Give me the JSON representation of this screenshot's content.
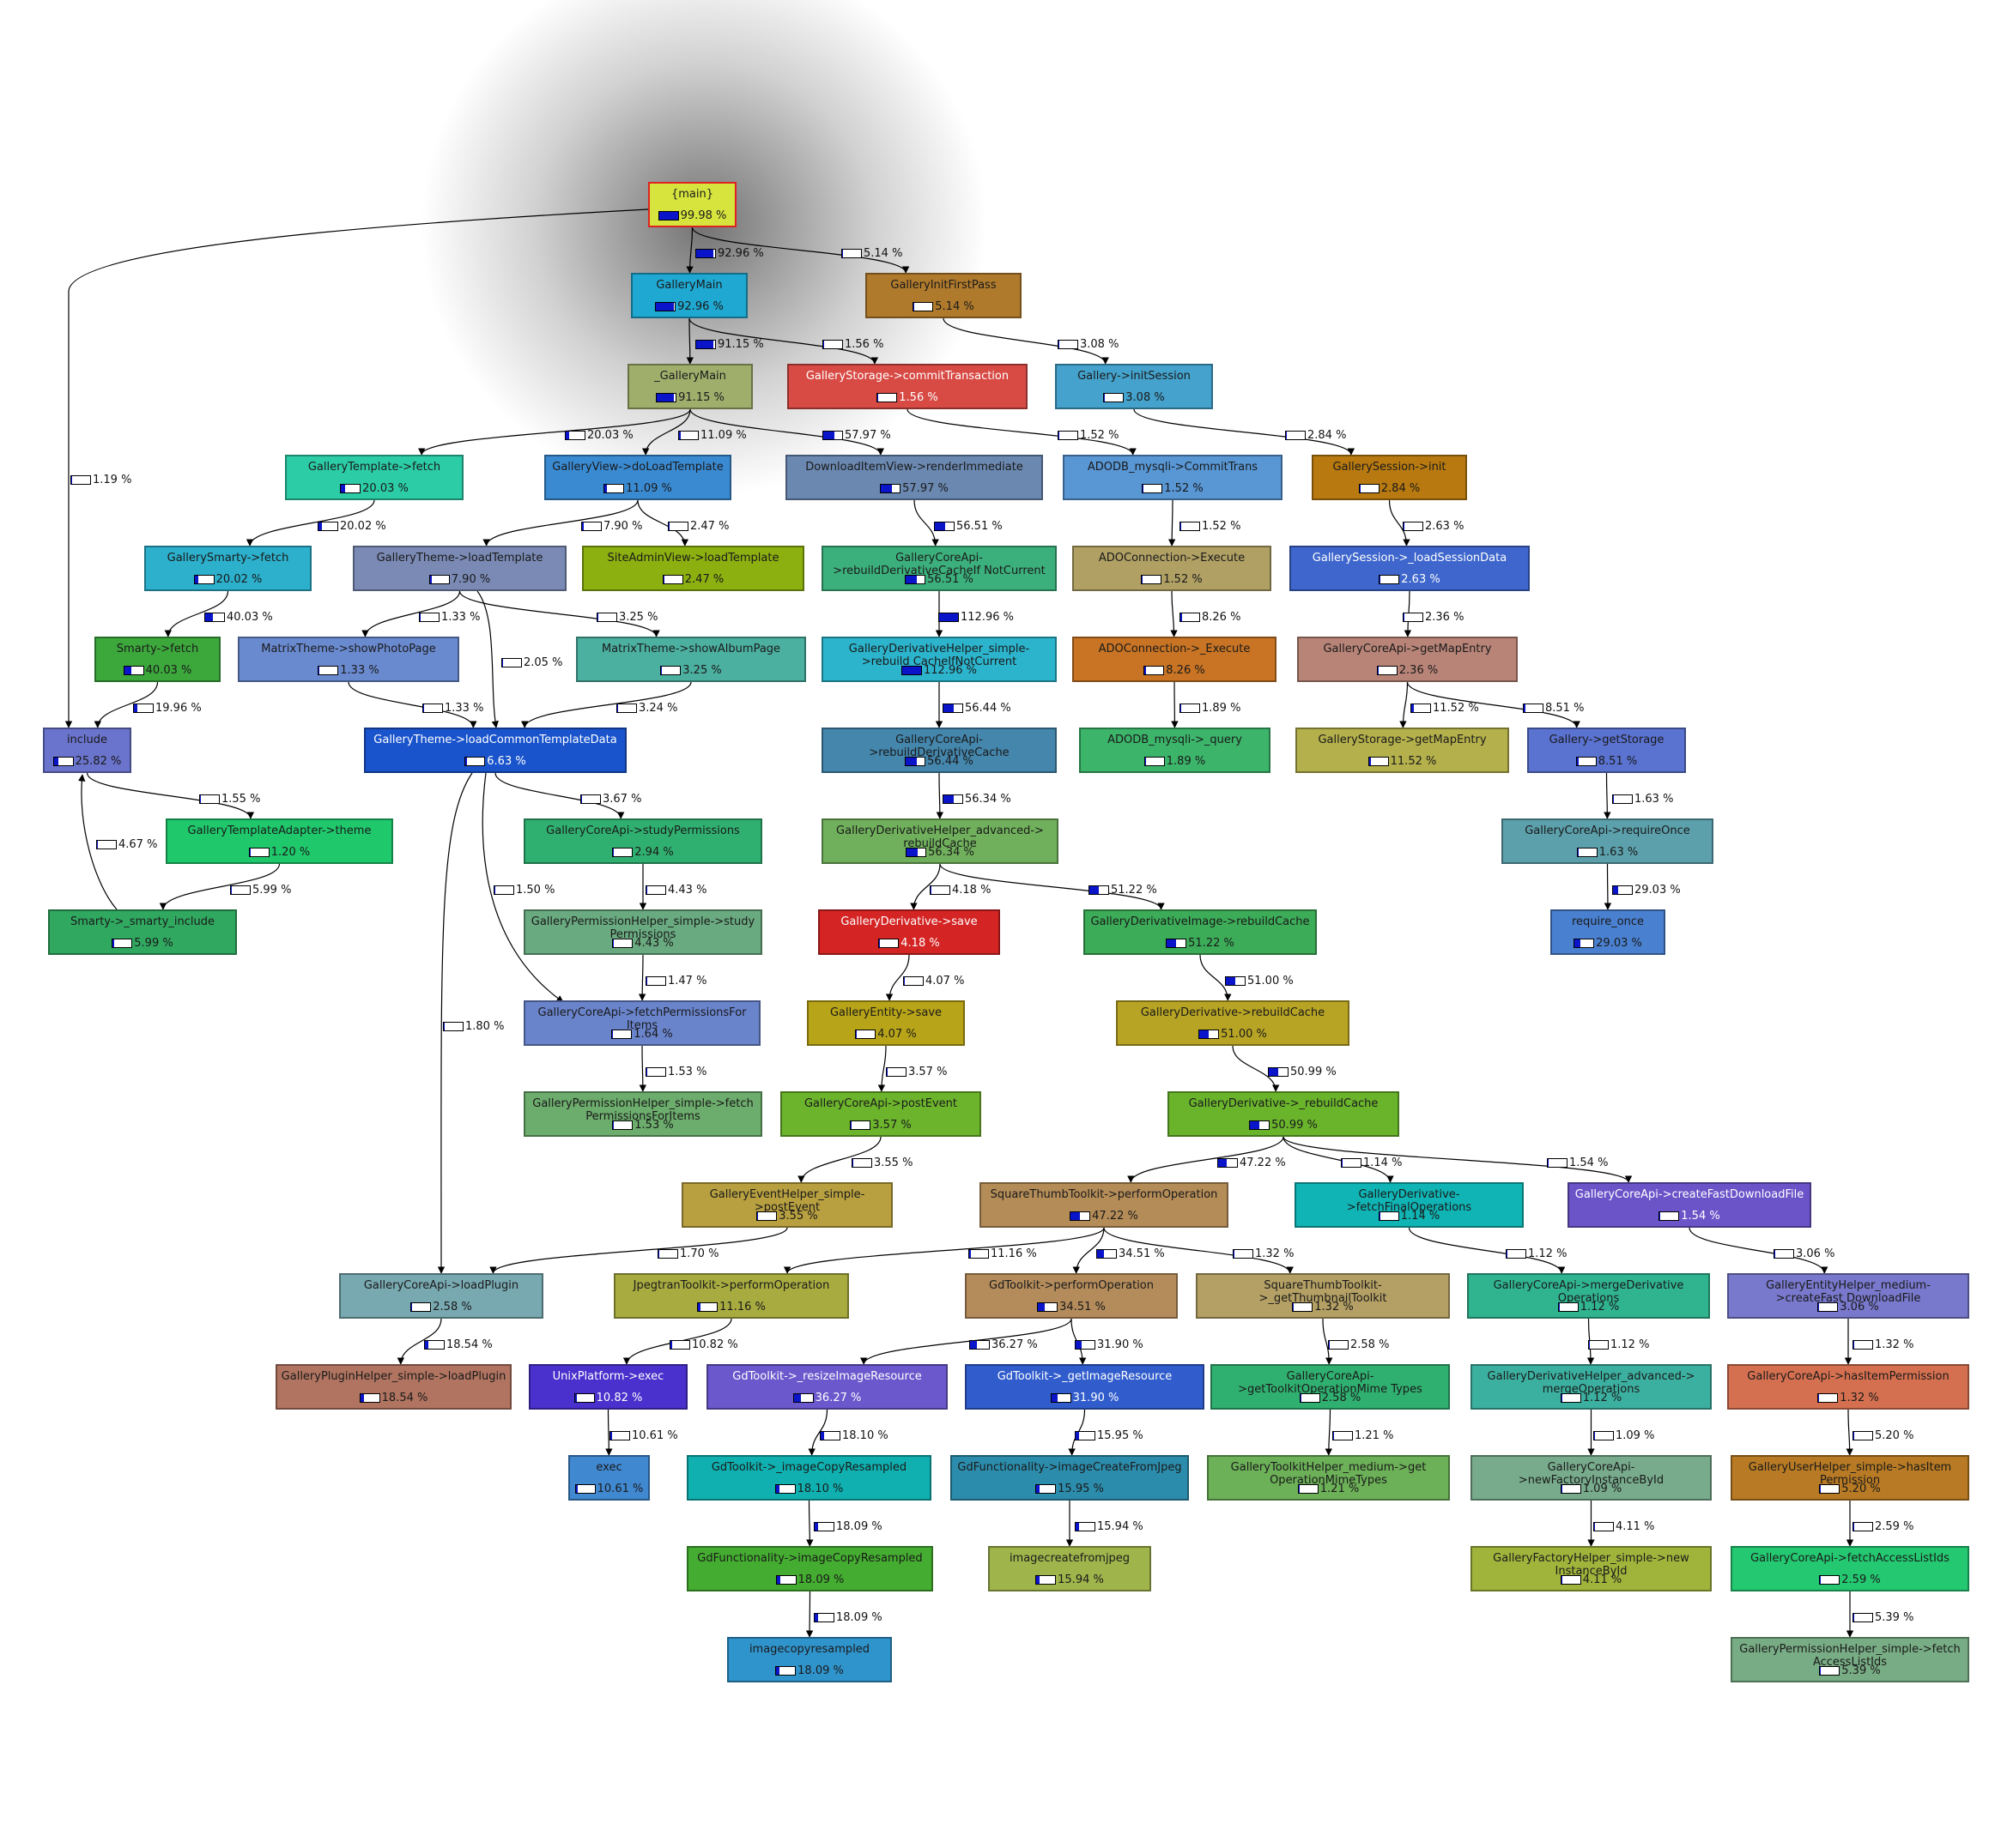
{
  "nodes": [
    {
      "id": "main",
      "name": "{main}",
      "pct": "99.98 %",
      "frac": 0.9998,
      "color": "#d7e43e",
      "root": true
    },
    {
      "id": "gmain",
      "name": "GalleryMain",
      "pct": "92.96 %",
      "frac": 0.9296,
      "color": "#1fa8d2"
    },
    {
      "id": "ginit",
      "name": "GalleryInitFirstPass",
      "pct": "5.14 %",
      "frac": 0.0514,
      "color": "#b07a2c"
    },
    {
      "id": "_gmain",
      "name": "_GalleryMain",
      "pct": "91.15 %",
      "frac": 0.9115,
      "color": "#a0ae6c"
    },
    {
      "id": "gscommit",
      "name": "GalleryStorage->commitTransaction",
      "pct": "1.56 %",
      "frac": 0.0156,
      "color": "#d84a44",
      "dark": true
    },
    {
      "id": "ginitsess",
      "name": "Gallery->initSession",
      "pct": "3.08 %",
      "frac": 0.0308,
      "color": "#44a2cc"
    },
    {
      "id": "gtfetch",
      "name": "GalleryTemplate->fetch",
      "pct": "20.03 %",
      "frac": 0.2003,
      "color": "#2ccca6"
    },
    {
      "id": "gvload",
      "name": "GalleryView->doLoadTemplate",
      "pct": "11.09 %",
      "frac": 0.1109,
      "color": "#3a8ad2"
    },
    {
      "id": "diview",
      "name": "DownloadItemView->renderImmediate",
      "pct": "57.97 %",
      "frac": 0.5797,
      "color": "#6a88b0"
    },
    {
      "id": "adocommit",
      "name": "ADODB_mysqli->CommitTrans",
      "pct": "1.52 %",
      "frac": 0.0152,
      "color": "#5896d4"
    },
    {
      "id": "gsinit",
      "name": "GallerySession->init",
      "pct": "2.84 %",
      "frac": 0.0284,
      "color": "#b87a10"
    },
    {
      "id": "gsmfetch",
      "name": "GallerySmarty->fetch",
      "pct": "20.02 %",
      "frac": 0.2002,
      "color": "#2cb0cc"
    },
    {
      "id": "gthload",
      "name": "GalleryTheme->loadTemplate",
      "pct": "7.90 %",
      "frac": 0.079,
      "color": "#7a8ab4"
    },
    {
      "id": "saload",
      "name": "SiteAdminView->loadTemplate",
      "pct": "2.47 %",
      "frac": 0.0247,
      "color": "#8cb010"
    },
    {
      "id": "gcrebuildif",
      "name": "GalleryCoreApi->rebuildDerivativeCacheIf NotCurrent",
      "pct": "56.51 %",
      "frac": 0.5651,
      "color": "#3cb07c"
    },
    {
      "id": "adoexec",
      "name": "ADOConnection->Execute",
      "pct": "1.52 %",
      "frac": 0.0152,
      "color": "#b0a064"
    },
    {
      "id": "gsload",
      "name": "GallerySession->_loadSessionData",
      "pct": "2.63 %",
      "frac": 0.0263,
      "color": "#3e66cc",
      "dark": true
    },
    {
      "id": "smfetch",
      "name": "Smarty->fetch",
      "pct": "40.03 %",
      "frac": 0.4003,
      "color": "#3ca83c"
    },
    {
      "id": "mtphoto",
      "name": "MatrixTheme->showPhotoPage",
      "pct": "1.33 %",
      "frac": 0.0133,
      "color": "#6a8ad0"
    },
    {
      "id": "mtalbum",
      "name": "MatrixTheme->showAlbumPage",
      "pct": "3.25 %",
      "frac": 0.0325,
      "color": "#4cb0a0"
    },
    {
      "id": "gdhrebuild",
      "name": "GalleryDerivativeHelper_simple->rebuild CacheIfNotCurrent",
      "pct": "112.96 %",
      "frac": 1.0,
      "color": "#2cb4cc"
    },
    {
      "id": "ado_exec",
      "name": "ADOConnection->_Execute",
      "pct": "8.26 %",
      "frac": 0.0826,
      "color": "#c87424"
    },
    {
      "id": "gcmapentry",
      "name": "GalleryCoreApi->getMapEntry",
      "pct": "2.36 %",
      "frac": 0.0236,
      "color": "#b88478"
    },
    {
      "id": "include",
      "name": "include",
      "pct": "25.82 %",
      "frac": 0.2582,
      "color": "#6a74cc"
    },
    {
      "id": "gtcommon",
      "name": "GalleryTheme->loadCommonTemplateData",
      "pct": "6.63 %",
      "frac": 0.0663,
      "color": "#1a54cc",
      "dark": true
    },
    {
      "id": "gcrebuild",
      "name": "GalleryCoreApi->rebuildDerivativeCache",
      "pct": "56.44 %",
      "frac": 0.5644,
      "color": "#4486ac"
    },
    {
      "id": "adoquery",
      "name": "ADODB_mysqli->_query",
      "pct": "1.89 %",
      "frac": 0.0189,
      "color": "#3cb46a"
    },
    {
      "id": "gsgetmap",
      "name": "GalleryStorage->getMapEntry",
      "pct": "11.52 %",
      "frac": 0.1152,
      "color": "#b4b04c"
    },
    {
      "id": "ggetstorage",
      "name": "Gallery->getStorage",
      "pct": "8.51 %",
      "frac": 0.0851,
      "color": "#5a72d0"
    },
    {
      "id": "gtatheme",
      "name": "GalleryTemplateAdapter->theme",
      "pct": "1.20 %",
      "frac": 0.012,
      "color": "#20c86c"
    },
    {
      "id": "gcstudy",
      "name": "GalleryCoreApi->studyPermissions",
      "pct": "2.94 %",
      "frac": 0.0294,
      "color": "#30b070"
    },
    {
      "id": "gdhadv",
      "name": "GalleryDerivativeHelper_advanced-> rebuildCache",
      "pct": "56.34 %",
      "frac": 0.5634,
      "color": "#70b05c"
    },
    {
      "id": "gcreqonce",
      "name": "GalleryCoreApi->requireOnce",
      "pct": "1.63 %",
      "frac": 0.0163,
      "color": "#5ca0ac"
    },
    {
      "id": "sminclude",
      "name": "Smarty->_smarty_include",
      "pct": "5.99 %",
      "frac": 0.0599,
      "color": "#30a860"
    },
    {
      "id": "gphstudy",
      "name": "GalleryPermissionHelper_simple->study Permissions",
      "pct": "4.43 %",
      "frac": 0.0443,
      "color": "#6aaa80"
    },
    {
      "id": "gdsave",
      "name": "GalleryDerivative->save",
      "pct": "4.18 %",
      "frac": 0.0418,
      "color": "#d42424",
      "dark": true
    },
    {
      "id": "gdirebuild",
      "name": "GalleryDerivativeImage->rebuildCache",
      "pct": "51.22 %",
      "frac": 0.5122,
      "color": "#3cac58"
    },
    {
      "id": "reqonce",
      "name": "require_once",
      "pct": "29.03 %",
      "frac": 0.2903,
      "color": "#4a80d0"
    },
    {
      "id": "gcfetchperm",
      "name": "GalleryCoreApi->fetchPermissionsFor Items",
      "pct": "1.64 %",
      "frac": 0.0164,
      "color": "#6a84cc"
    },
    {
      "id": "gesave",
      "name": "GalleryEntity->save",
      "pct": "4.07 %",
      "frac": 0.0407,
      "color": "#b8a418"
    },
    {
      "id": "gdrebuild",
      "name": "GalleryDerivative->rebuildCache",
      "pct": "51.00 %",
      "frac": 0.51,
      "color": "#b8a424"
    },
    {
      "id": "gphfetch",
      "name": "GalleryPermissionHelper_simple->fetch PermissionsForItems",
      "pct": "1.53 %",
      "frac": 0.0153,
      "color": "#6cac6c"
    },
    {
      "id": "gcpostevent",
      "name": "GalleryCoreApi->postEvent",
      "pct": "3.57 %",
      "frac": 0.0357,
      "color": "#6cb42c"
    },
    {
      "id": "gd_rebuild",
      "name": "GalleryDerivative->_rebuildCache",
      "pct": "50.99 %",
      "frac": 0.5099,
      "color": "#6ab42c"
    },
    {
      "id": "gehpost",
      "name": "GalleryEventHelper_simple->postEvent",
      "pct": "3.55 %",
      "frac": 0.0355,
      "color": "#b8a040"
    },
    {
      "id": "sqperform",
      "name": "SquareThumbToolkit->performOperation",
      "pct": "47.22 %",
      "frac": 0.4722,
      "color": "#b48c58"
    },
    {
      "id": "gdfinal",
      "name": "GalleryDerivative->fetchFinalOperations",
      "pct": "1.14 %",
      "frac": 0.0114,
      "color": "#10b4b4"
    },
    {
      "id": "gcfastdl",
      "name": "GalleryCoreApi->createFastDownloadFile",
      "pct": "1.54 %",
      "frac": 0.0154,
      "color": "#6a54c8",
      "dark": true
    },
    {
      "id": "gcloadplugin",
      "name": "GalleryCoreApi->loadPlugin",
      "pct": "2.58 %",
      "frac": 0.0258,
      "color": "#78a8b0"
    },
    {
      "id": "jpperform",
      "name": "JpegtranToolkit->performOperation",
      "pct": "11.16 %",
      "frac": 0.1116,
      "color": "#a8ac40"
    },
    {
      "id": "gdtperform",
      "name": "GdToolkit->performOperation",
      "pct": "34.51 %",
      "frac": 0.3451,
      "color": "#b48c5c"
    },
    {
      "id": "sqgetthumb",
      "name": "SquareThumbToolkit->_getThumbnailToolkit",
      "pct": "1.32 %",
      "frac": 0.0132,
      "color": "#b4a064"
    },
    {
      "id": "gcmerge",
      "name": "GalleryCoreApi->mergeDerivative Operations",
      "pct": "1.12 %",
      "frac": 0.0112,
      "color": "#30b490"
    },
    {
      "id": "gehfastdl",
      "name": "GalleryEntityHelper_medium->createFast DownloadFile",
      "pct": "3.06 %",
      "frac": 0.0306,
      "color": "#7878cc"
    },
    {
      "id": "gphloadplugin",
      "name": "GalleryPluginHelper_simple->loadPlugin",
      "pct": "18.54 %",
      "frac": 0.1854,
      "color": "#b07460"
    },
    {
      "id": "unixexec",
      "name": "UnixPlatform->exec",
      "pct": "10.82 %",
      "frac": 0.1082,
      "color": "#4a30cc",
      "dark": true
    },
    {
      "id": "gdresize",
      "name": "GdToolkit->_resizeImageResource",
      "pct": "36.27 %",
      "frac": 0.3627,
      "color": "#6a58cc",
      "dark": true
    },
    {
      "id": "gdgetimage",
      "name": "GdToolkit->_getImageResource",
      "pct": "31.90 %",
      "frac": 0.319,
      "color": "#305ccc",
      "dark": true
    },
    {
      "id": "gcgettoolkit",
      "name": "GalleryCoreApi->getToolkitOperationMime Types",
      "pct": "2.58 %",
      "frac": 0.0258,
      "color": "#30b070"
    },
    {
      "id": "gdhadvmerge",
      "name": "GalleryDerivativeHelper_advanced-> mergeOperations",
      "pct": "1.12 %",
      "frac": 0.0112,
      "color": "#3cb0a0"
    },
    {
      "id": "gchasperm",
      "name": "GalleryCoreApi->hasItemPermission",
      "pct": "1.32 %",
      "frac": 0.0132,
      "color": "#d47050"
    },
    {
      "id": "exec",
      "name": "exec",
      "pct": "10.61 %",
      "frac": 0.1061,
      "color": "#4088d0"
    },
    {
      "id": "gdcopy",
      "name": "GdToolkit->_imageCopyResampled",
      "pct": "18.10 %",
      "frac": 0.181,
      "color": "#10b0b0"
    },
    {
      "id": "gfcreate",
      "name": "GdFunctionality->imageCreateFromJpeg",
      "pct": "15.95 %",
      "frac": 0.1595,
      "color": "#2c8cac"
    },
    {
      "id": "gthmedium",
      "name": "GalleryToolkitHelper_medium->get OperationMimeTypes",
      "pct": "1.21 %",
      "frac": 0.0121,
      "color": "#6cb058"
    },
    {
      "id": "gcnewfactory",
      "name": "GalleryCoreApi->newFactoryInstanceById",
      "pct": "1.09 %",
      "frac": 0.0109,
      "color": "#78aa8c"
    },
    {
      "id": "guhhasperm",
      "name": "GalleryUserHelper_simple->hasItem Permission",
      "pct": "5.20 %",
      "frac": 0.052,
      "color": "#b87a24"
    },
    {
      "id": "gfcopy",
      "name": "GdFunctionality->imageCopyResampled",
      "pct": "18.09 %",
      "frac": 0.1809,
      "color": "#44ac30"
    },
    {
      "id": "imgcreate",
      "name": "imagecreatefromjpeg",
      "pct": "15.94 %",
      "frac": 0.1594,
      "color": "#a0b44c"
    },
    {
      "id": "gfhnew",
      "name": "GalleryFactoryHelper_simple->new InstanceById",
      "pct": "4.11 %",
      "frac": 0.0411,
      "color": "#a0b43c"
    },
    {
      "id": "gcfetchacl",
      "name": "GalleryCoreApi->fetchAccessListIds",
      "pct": "2.59 %",
      "frac": 0.0259,
      "color": "#24c870"
    },
    {
      "id": "imgcopy",
      "name": "imagecopyresampled",
      "pct": "18.09 %",
      "frac": 0.1809,
      "color": "#3094cc"
    },
    {
      "id": "gphacl",
      "name": "GalleryPermissionHelper_simple->fetch AccessListIds",
      "pct": "5.39 %",
      "frac": 0.0539,
      "color": "#78ac84"
    }
  ],
  "edges": [
    {
      "from": "main",
      "to": "gmain",
      "pct": "92.96 %",
      "frac": 0.9296
    },
    {
      "from": "main",
      "to": "ginit",
      "pct": "5.14 %",
      "frac": 0.0514
    },
    {
      "from": "main",
      "to": "include",
      "pct": "1.19 %",
      "frac": 0.0119
    },
    {
      "from": "gmain",
      "to": "_gmain",
      "pct": "91.15 %",
      "frac": 0.9115
    },
    {
      "from": "gmain",
      "to": "gscommit",
      "pct": "1.56 %",
      "frac": 0.0156
    },
    {
      "from": "ginit",
      "to": "ginitsess",
      "pct": "3.08 %",
      "frac": 0.0308
    },
    {
      "from": "_gmain",
      "to": "gtfetch",
      "pct": "20.03 %",
      "frac": 0.2003
    },
    {
      "from": "_gmain",
      "to": "gvload",
      "pct": "11.09 %",
      "frac": 0.1109
    },
    {
      "from": "_gmain",
      "to": "diview",
      "pct": "57.97 %",
      "frac": 0.5797
    },
    {
      "from": "gscommit",
      "to": "adocommit",
      "pct": "1.52 %",
      "frac": 0.0152
    },
    {
      "from": "ginitsess",
      "to": "gsinit",
      "pct": "2.84 %",
      "frac": 0.0284
    },
    {
      "from": "gtfetch",
      "to": "gsmfetch",
      "pct": "20.02 %",
      "frac": 0.2002
    },
    {
      "from": "gvload",
      "to": "gthload",
      "pct": "7.90 %",
      "frac": 0.079
    },
    {
      "from": "gvload",
      "to": "saload",
      "pct": "2.47 %",
      "frac": 0.0247
    },
    {
      "from": "diview",
      "to": "gcrebuildif",
      "pct": "56.51 %",
      "frac": 0.5651
    },
    {
      "from": "adocommit",
      "to": "adoexec",
      "pct": "1.52 %",
      "frac": 0.0152
    },
    {
      "from": "gsinit",
      "to": "gsload",
      "pct": "2.63 %",
      "frac": 0.0263
    },
    {
      "from": "gsmfetch",
      "to": "smfetch",
      "pct": "40.03 %",
      "frac": 0.4003
    },
    {
      "from": "gthload",
      "to": "mtphoto",
      "pct": "1.33 %",
      "frac": 0.0133
    },
    {
      "from": "gthload",
      "to": "mtalbum",
      "pct": "3.25 %",
      "frac": 0.0325
    },
    {
      "from": "gthload",
      "to": "gtcommon",
      "pct": "2.05 %",
      "frac": 0.0205
    },
    {
      "from": "gcrebuildif",
      "to": "gdhrebuild",
      "pct": "112.96 %",
      "frac": 1.0
    },
    {
      "from": "adoexec",
      "to": "ado_exec",
      "pct": "8.26 %",
      "frac": 0.0826
    },
    {
      "from": "gsload",
      "to": "gcmapentry",
      "pct": "2.36 %",
      "frac": 0.0236
    },
    {
      "from": "smfetch",
      "to": "include",
      "pct": "19.96 %",
      "frac": 0.1996
    },
    {
      "from": "mtphoto",
      "to": "gtcommon",
      "pct": "1.33 %",
      "frac": 0.0133
    },
    {
      "from": "mtalbum",
      "to": "gtcommon",
      "pct": "3.24 %",
      "frac": 0.0324
    },
    {
      "from": "gdhrebuild",
      "to": "gcrebuild",
      "pct": "56.44 %",
      "frac": 0.5644
    },
    {
      "from": "ado_exec",
      "to": "adoquery",
      "pct": "1.89 %",
      "frac": 0.0189
    },
    {
      "from": "gcmapentry",
      "to": "gsgetmap",
      "pct": "11.52 %",
      "frac": 0.1152
    },
    {
      "from": "gcmapentry",
      "to": "ggetstorage",
      "pct": "8.51 %",
      "frac": 0.0851
    },
    {
      "from": "include",
      "to": "gtatheme",
      "pct": "1.55 %",
      "frac": 0.0155
    },
    {
      "from": "sminclude",
      "to": "include",
      "pct": "4.67 %",
      "frac": 0.0467
    },
    {
      "from": "gtcommon",
      "to": "gcstudy",
      "pct": "3.67 %",
      "frac": 0.0367
    },
    {
      "from": "gtcommon",
      "to": "gcfetchperm",
      "pct": "1.50 %",
      "frac": 0.015
    },
    {
      "from": "gtcommon",
      "to": "gcloadplugin",
      "pct": "1.80 %",
      "frac": 0.018
    },
    {
      "from": "gcrebuild",
      "to": "gdhadv",
      "pct": "56.34 %",
      "frac": 0.5634
    },
    {
      "from": "ggetstorage",
      "to": "gcreqonce",
      "pct": "1.63 %",
      "frac": 0.0163
    },
    {
      "from": "gtatheme",
      "to": "sminclude",
      "pct": "5.99 %",
      "frac": 0.0599
    },
    {
      "from": "gcstudy",
      "to": "gphstudy",
      "pct": "4.43 %",
      "frac": 0.0443
    },
    {
      "from": "gdhadv",
      "to": "gdsave",
      "pct": "4.18 %",
      "frac": 0.0418
    },
    {
      "from": "gdhadv",
      "to": "gdirebuild",
      "pct": "51.22 %",
      "frac": 0.5122
    },
    {
      "from": "gcreqonce",
      "to": "reqonce",
      "pct": "29.03 %",
      "frac": 0.2903
    },
    {
      "from": "gphstudy",
      "to": "gcfetchperm",
      "pct": "1.47 %",
      "frac": 0.0147
    },
    {
      "from": "gdsave",
      "to": "gesave",
      "pct": "4.07 %",
      "frac": 0.0407
    },
    {
      "from": "gdirebuild",
      "to": "gdrebuild",
      "pct": "51.00 %",
      "frac": 0.51
    },
    {
      "from": "gcfetchperm",
      "to": "gphfetch",
      "pct": "1.53 %",
      "frac": 0.0153
    },
    {
      "from": "gesave",
      "to": "gcpostevent",
      "pct": "3.57 %",
      "frac": 0.0357
    },
    {
      "from": "gdrebuild",
      "to": "gd_rebuild",
      "pct": "50.99 %",
      "frac": 0.5099
    },
    {
      "from": "gcpostevent",
      "to": "gehpost",
      "pct": "3.55 %",
      "frac": 0.0355
    },
    {
      "from": "gd_rebuild",
      "to": "sqperform",
      "pct": "47.22 %",
      "frac": 0.4722
    },
    {
      "from": "gd_rebuild",
      "to": "gdfinal",
      "pct": "1.14 %",
      "frac": 0.0114
    },
    {
      "from": "gd_rebuild",
      "to": "gcfastdl",
      "pct": "1.54 %",
      "frac": 0.0154
    },
    {
      "from": "gehpost",
      "to": "gcloadplugin",
      "pct": "1.70 %",
      "frac": 0.017
    },
    {
      "from": "sqperform",
      "to": "jpperform",
      "pct": "11.16 %",
      "frac": 0.1116
    },
    {
      "from": "sqperform",
      "to": "gdtperform",
      "pct": "34.51 %",
      "frac": 0.3451
    },
    {
      "from": "sqperform",
      "to": "sqgetthumb",
      "pct": "1.32 %",
      "frac": 0.0132
    },
    {
      "from": "gdfinal",
      "to": "gcmerge",
      "pct": "1.12 %",
      "frac": 0.0112
    },
    {
      "from": "gcfastdl",
      "to": "gehfastdl",
      "pct": "3.06 %",
      "frac": 0.0306
    },
    {
      "from": "gcloadplugin",
      "to": "gphloadplugin",
      "pct": "18.54 %",
      "frac": 0.1854
    },
    {
      "from": "jpperform",
      "to": "unixexec",
      "pct": "10.82 %",
      "frac": 0.1082
    },
    {
      "from": "gdtperform",
      "to": "gdresize",
      "pct": "36.27 %",
      "frac": 0.3627
    },
    {
      "from": "gdtperform",
      "to": "gdgetimage",
      "pct": "31.90 %",
      "frac": 0.319
    },
    {
      "from": "sqgetthumb",
      "to": "gcgettoolkit",
      "pct": "2.58 %",
      "frac": 0.0258
    },
    {
      "from": "gcmerge",
      "to": "gdhadvmerge",
      "pct": "1.12 %",
      "frac": 0.0112
    },
    {
      "from": "gehfastdl",
      "to": "gchasperm",
      "pct": "1.32 %",
      "frac": 0.0132
    },
    {
      "from": "unixexec",
      "to": "exec",
      "pct": "10.61 %",
      "frac": 0.1061
    },
    {
      "from": "gdresize",
      "to": "gdcopy",
      "pct": "18.10 %",
      "frac": 0.181
    },
    {
      "from": "gdgetimage",
      "to": "gfcreate",
      "pct": "15.95 %",
      "frac": 0.1595
    },
    {
      "from": "gcgettoolkit",
      "to": "gthmedium",
      "pct": "1.21 %",
      "frac": 0.0121
    },
    {
      "from": "gdhadvmerge",
      "to": "gcnewfactory",
      "pct": "1.09 %",
      "frac": 0.0109
    },
    {
      "from": "gchasperm",
      "to": "guhhasperm",
      "pct": "5.20 %",
      "frac": 0.052
    },
    {
      "from": "gdcopy",
      "to": "gfcopy",
      "pct": "18.09 %",
      "frac": 0.1809
    },
    {
      "from": "gfcreate",
      "to": "imgcreate",
      "pct": "15.94 %",
      "frac": 0.1594
    },
    {
      "from": "gcnewfactory",
      "to": "gfhnew",
      "pct": "4.11 %",
      "frac": 0.0411
    },
    {
      "from": "guhhasperm",
      "to": "gcfetchacl",
      "pct": "2.59 %",
      "frac": 0.0259
    },
    {
      "from": "gfcopy",
      "to": "imgcopy",
      "pct": "18.09 %",
      "frac": 0.1809
    },
    {
      "from": "gcfetchacl",
      "to": "gphacl",
      "pct": "5.39 %",
      "frac": 0.0539
    }
  ]
}
